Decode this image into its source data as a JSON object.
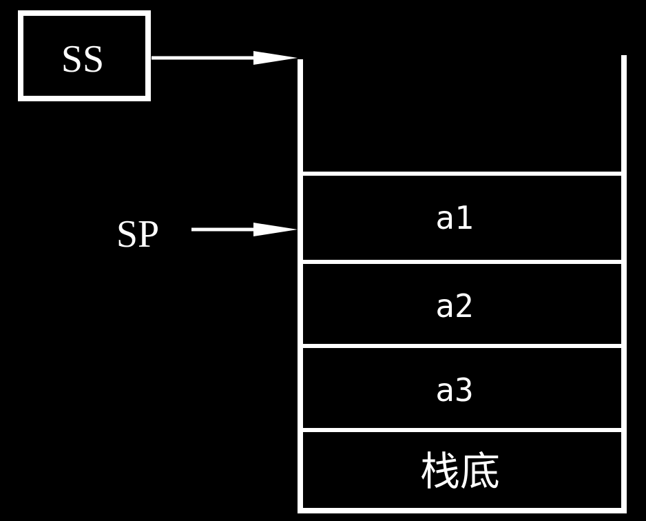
{
  "registers": {
    "ss": {
      "label": "SS"
    },
    "sp": {
      "label": "SP"
    }
  },
  "stack": {
    "cells": [
      {
        "label": "a1"
      },
      {
        "label": "a2"
      },
      {
        "label": "a3"
      },
      {
        "label": "栈底"
      }
    ]
  },
  "colors": {
    "background": "#000000",
    "foreground": "#ffffff"
  }
}
